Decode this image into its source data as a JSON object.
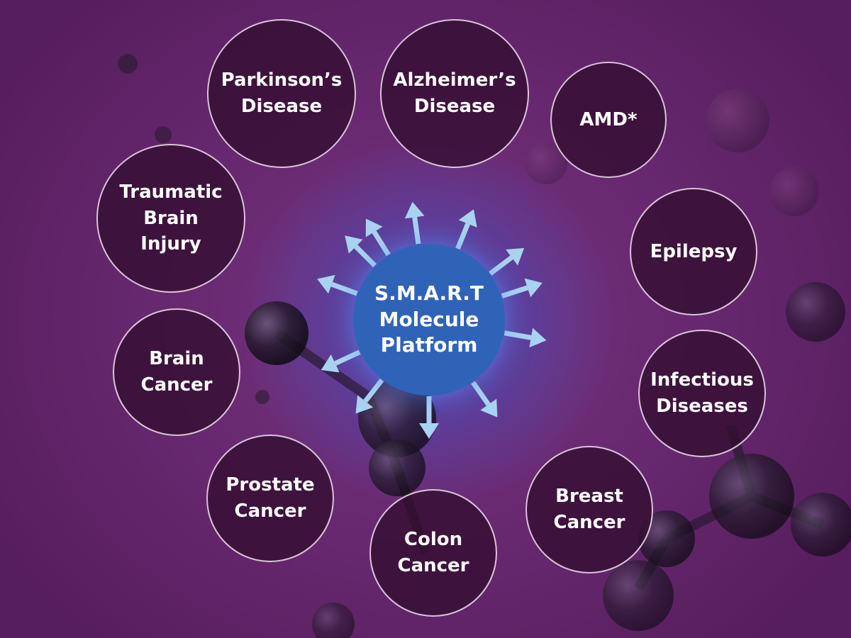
{
  "center": {
    "label": "S.M.A.R.T\nMolecule\nPlatform",
    "color": "#2f63b7"
  },
  "nodes": [
    {
      "label": "Parkinson’s\nDisease"
    },
    {
      "label": "Alzheimer’s\nDisease"
    },
    {
      "label": "AMD*"
    },
    {
      "label": "Traumatic\nBrain\nInjury"
    },
    {
      "label": "Epilepsy"
    },
    {
      "label": "Brain\nCancer"
    },
    {
      "label": "Infectious\nDiseases"
    },
    {
      "label": "Prostate\nCancer"
    },
    {
      "label": "Breast\nCancer"
    },
    {
      "label": "Colon\nCancer"
    }
  ],
  "colors": {
    "background": "#6a2a72",
    "node_fill": "#320e30",
    "node_border": "#ebd7eb",
    "arrow": "#a9d3f0"
  }
}
